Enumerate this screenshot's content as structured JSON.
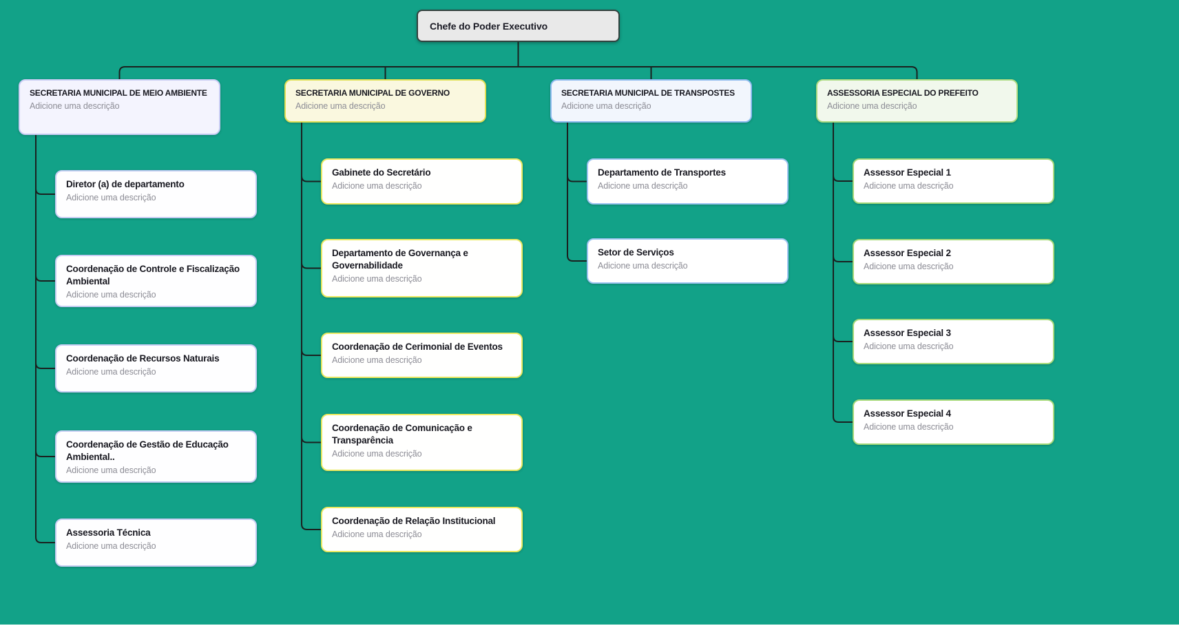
{
  "canvas": {
    "background": "#12A288",
    "connector_color": "#1B201F",
    "bottom_edge_color": "#FFFFFF"
  },
  "root": {
    "title": "Chefe do Poder Executivo",
    "fill": "#E9E9E9",
    "border": "#32403D",
    "text_color": "#1A1A24"
  },
  "columns": [
    {
      "parent": {
        "title": "SECRETARIA MUNICIPAL DE MEIO AMBIENTE",
        "description": "Adicione uma descrição"
      },
      "style": {
        "parent_fill": "#F4F4FE",
        "parent_border": "#C9CCF4",
        "child_fill": "#FEFEFF",
        "child_border": "#C5CDF3"
      },
      "children": [
        {
          "title": "Diretor (a) de departamento",
          "description": "Adicione uma descrição"
        },
        {
          "title": "Coordenação de Controle e Fiscalização Ambiental",
          "description": "Adicione uma descrição"
        },
        {
          "title": "Coordenação de Recursos Naturais",
          "description": "Adicione uma descrição"
        },
        {
          "title": "Coordenação de Gestão de Educação Ambiental..",
          "description": "Adicione uma descrição"
        },
        {
          "title": "Assessoria Técnica",
          "description": "Adicione uma descrição"
        }
      ]
    },
    {
      "parent": {
        "title": "SECRETARIA MUNICIPAL DE GOVERNO",
        "description": "Adicione uma descrição"
      },
      "style": {
        "parent_fill": "#FAF8DF",
        "parent_border": "#E1E054",
        "child_fill": "#FFFFFE",
        "child_border": "#EBE960"
      },
      "children": [
        {
          "title": "Gabinete do Secretário",
          "description": "Adicione uma descrição"
        },
        {
          "title": "Departamento de Governança e Governabilidade",
          "description": "Adicione uma descrição"
        },
        {
          "title": "Coordenação de Cerimonial de Eventos",
          "description": "Adicione uma descrição"
        },
        {
          "title": "Coordenação de Comunicação e Transparência",
          "description": "Adicione uma descrição"
        },
        {
          "title": "Coordenação de Relação Institucional",
          "description": "Adicione uma descrição"
        }
      ]
    },
    {
      "parent": {
        "title": "SECRETARIA MUNICIPAL DE TRANSPOSTES",
        "description": "Adicione uma descrição"
      },
      "style": {
        "parent_fill": "#F2F6FD",
        "parent_border": "#8CBAEF",
        "child_fill": "#FFFFFF",
        "child_border": "#9DC4F1"
      },
      "children": [
        {
          "title": "Departamento de Transportes",
          "description": "Adicione uma descrição"
        },
        {
          "title": "Setor de Serviços",
          "description": "Adicione uma descrição"
        }
      ]
    },
    {
      "parent": {
        "title": "ASSESSORIA ESPECIAL DO PREFEITO",
        "description": "Adicione uma descrição"
      },
      "style": {
        "parent_fill": "#F1F8EC",
        "parent_border": "#ACDB81",
        "child_fill": "#FFFFFF",
        "child_border": "#A6DA79"
      },
      "children": [
        {
          "title": "Assessor Especial 1",
          "description": "Adicione uma descrição"
        },
        {
          "title": "Assessor Especial 2",
          "description": "Adicione uma descrição"
        },
        {
          "title": "Assessor Especial 3",
          "description": "Adicione uma descrição"
        },
        {
          "title": "Assessor Especial 4",
          "description": "Adicione uma descrição"
        }
      ]
    }
  ]
}
